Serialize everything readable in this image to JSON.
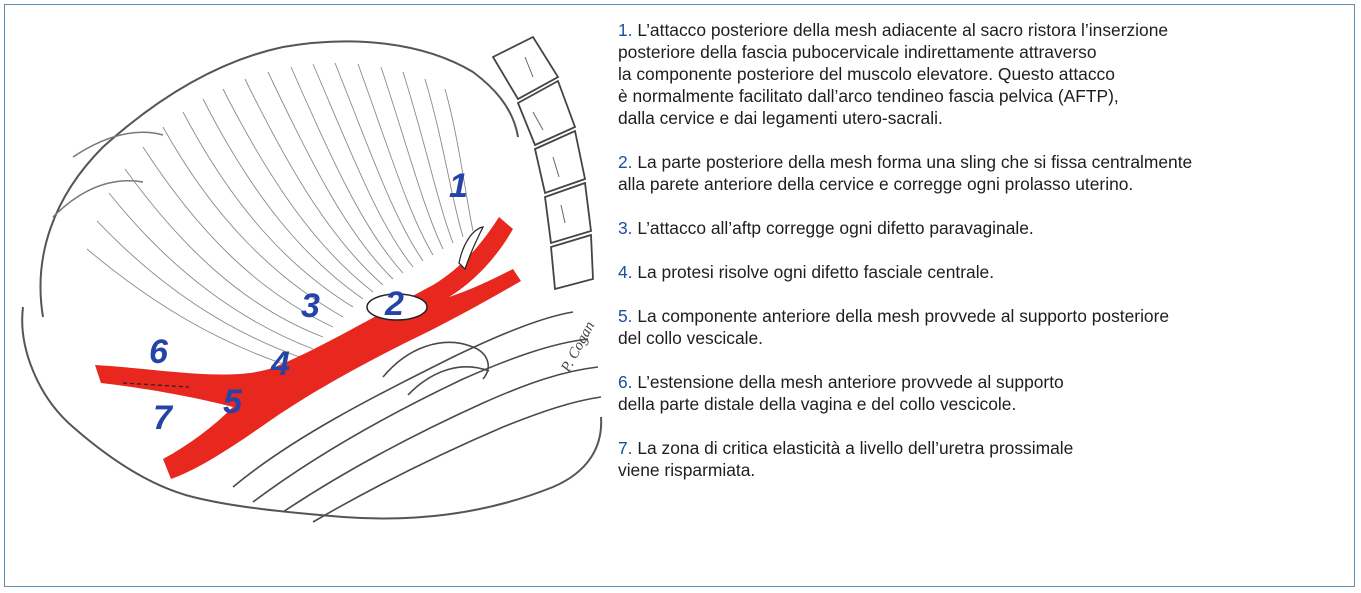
{
  "figure": {
    "illustration": {
      "labels": [
        "1",
        "2",
        "3",
        "4",
        "5",
        "6",
        "7"
      ],
      "signature": "P. Cogan"
    },
    "legend": [
      {
        "number": "1.",
        "lines": [
          "L’attacco posteriore della mesh adiacente al sacro ristora l’inserzione",
          "posteriore della fascia pubocervicale indirettamente attraverso",
          "la componente posteriore del muscolo elevatore. Questo attacco",
          "è normalmente facilitato dall’arco tendineo fascia pelvica (AFTP),",
          "dalla cervice e dai legamenti utero-sacrali."
        ]
      },
      {
        "number": "2.",
        "lines": [
          "La parte posteriore della mesh forma una sling che si fissa centralmente",
          "alla parete anteriore della cervice e corregge ogni prolasso uterino."
        ]
      },
      {
        "number": "3.",
        "lines": [
          "L’attacco all’aftp corregge ogni difetto paravaginale."
        ]
      },
      {
        "number": "4.",
        "lines": [
          "La protesi risolve ogni difetto fasciale centrale."
        ]
      },
      {
        "number": "5.",
        "lines": [
          "La componente anteriore della mesh provvede al supporto posteriore",
          "del collo vescicale."
        ]
      },
      {
        "number": "6.",
        "lines": [
          "L’estensione della mesh anteriore provvede al supporto",
          "della parte distale della vagina e del collo vescicole."
        ]
      },
      {
        "number": "7.",
        "lines": [
          "La zona di critica elasticità a livello dell’uretra prossimale",
          "viene risparmiata."
        ]
      }
    ]
  },
  "colors": {
    "mesh": "#e8271f",
    "label": "#2444a8",
    "number": "#1f4e9c",
    "border": "#5e8fb3",
    "text": "#1e1e1e"
  }
}
